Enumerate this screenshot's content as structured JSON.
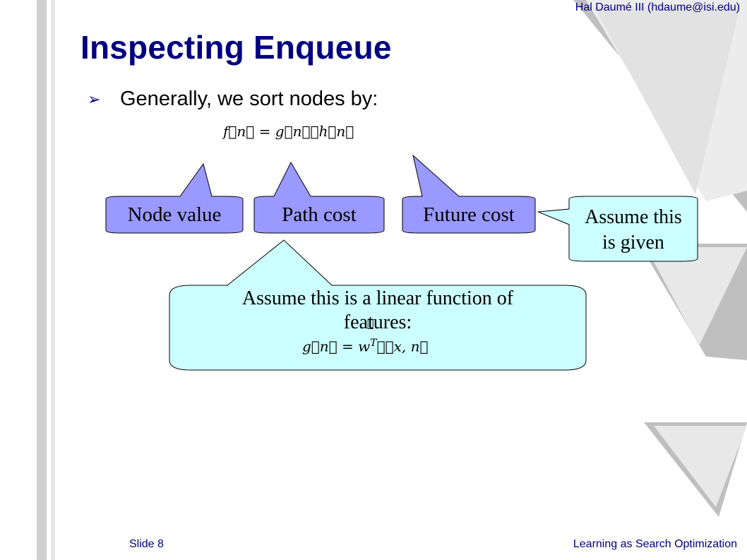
{
  "header": {
    "author": "Hal Daumé III (hdaume@isi.edu)"
  },
  "slide": {
    "title": "Inspecting Enqueue",
    "bullet_marker": "➢",
    "bullet": "Generally, we sort nodes by:",
    "formula": "𝑓￿𝑛￿ = 𝑔￿𝑛￿￿ℎ￿𝑛￿"
  },
  "callouts": {
    "node_value": "Node value",
    "path_cost": "Path cost",
    "future_cost": "Future cost",
    "assume_given_line1": "Assume this",
    "assume_given_line2": "is given",
    "linear_line1": "Assume this is a linear function of",
    "linear_line2": "features:",
    "linear_formula": "𝑔￿𝑛￿ = 𝑤",
    "linear_formula_sup": "𝑇",
    "linear_formula_rest": "￿￿𝑥, 𝑛￿",
    "linear_formula_accent": "￿"
  },
  "footer": {
    "slide_number": "Slide 8",
    "course": "Learning as Search Optimization"
  },
  "colors": {
    "title": "#000080",
    "lavender_callout": "#9999ff",
    "cyan_callout": "#ccffff",
    "sidebar_gray": "#d0d0d0",
    "triangle_gray": "#c0c0c0"
  }
}
